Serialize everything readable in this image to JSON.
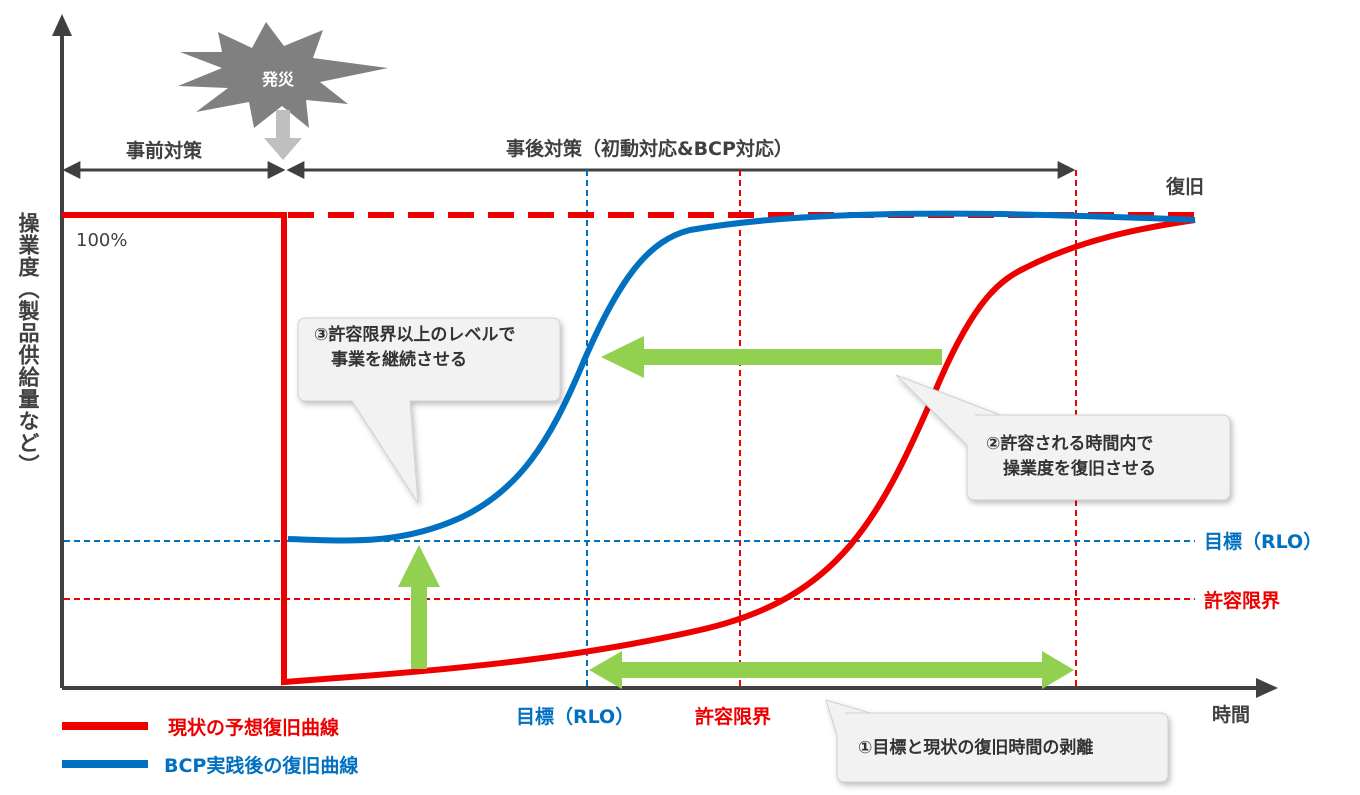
{
  "colors": {
    "red": "#ee0000",
    "blue": "#0070c0",
    "green": "#92d050",
    "axis": "#404040",
    "bubble_fill": "#f2f2f2",
    "burst_fill": "#7f7f7f"
  },
  "burst": {
    "label": "発災"
  },
  "phases": {
    "before": "事前対策",
    "after": "事後対策（初動対応&BCP対応）"
  },
  "axes": {
    "y_label": "操業度（製品供給量など）",
    "x_label": "時間",
    "hundred": "100%",
    "recovery": "復旧"
  },
  "thresholds": {
    "target_right": "目標（RLO）",
    "limit_right": "許容限界",
    "target_bottom": "目標（RLO）",
    "limit_bottom": "許容限界"
  },
  "callouts": {
    "c3": "③許容限界以上のレベルで\n　事業を継続させる",
    "c2": "②許容される時間内で\n　操業度を復旧させる",
    "c1": "①目標と現状の復旧時間の剥離"
  },
  "legend": {
    "current": "現状の予想復旧曲線",
    "bcp": "BCP実践後の復旧曲線"
  }
}
